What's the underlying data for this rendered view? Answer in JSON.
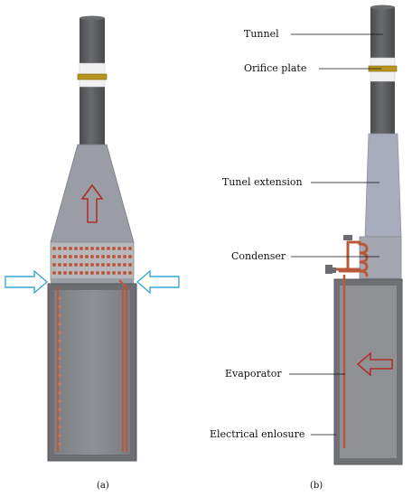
{
  "labels": {
    "tunnel": "Tunnel",
    "orifice_plate": "Orifice plate",
    "tunnel_extension": "Tunel extension",
    "condenser": "Condenser",
    "evaporator": "Evaporator",
    "electrical_enclosure": "Electrical enlosure"
  },
  "captions": {
    "a": "(a)",
    "b": "(b)"
  },
  "colors": {
    "pipe": "#5f6062",
    "casing": "#8d8f94",
    "extension": "#a9acbd",
    "orifice_ring": "#b8961e",
    "arrow_red": "#b0302b",
    "arrow_blue": "#3aa7d6",
    "copper": "#b85a3a"
  }
}
